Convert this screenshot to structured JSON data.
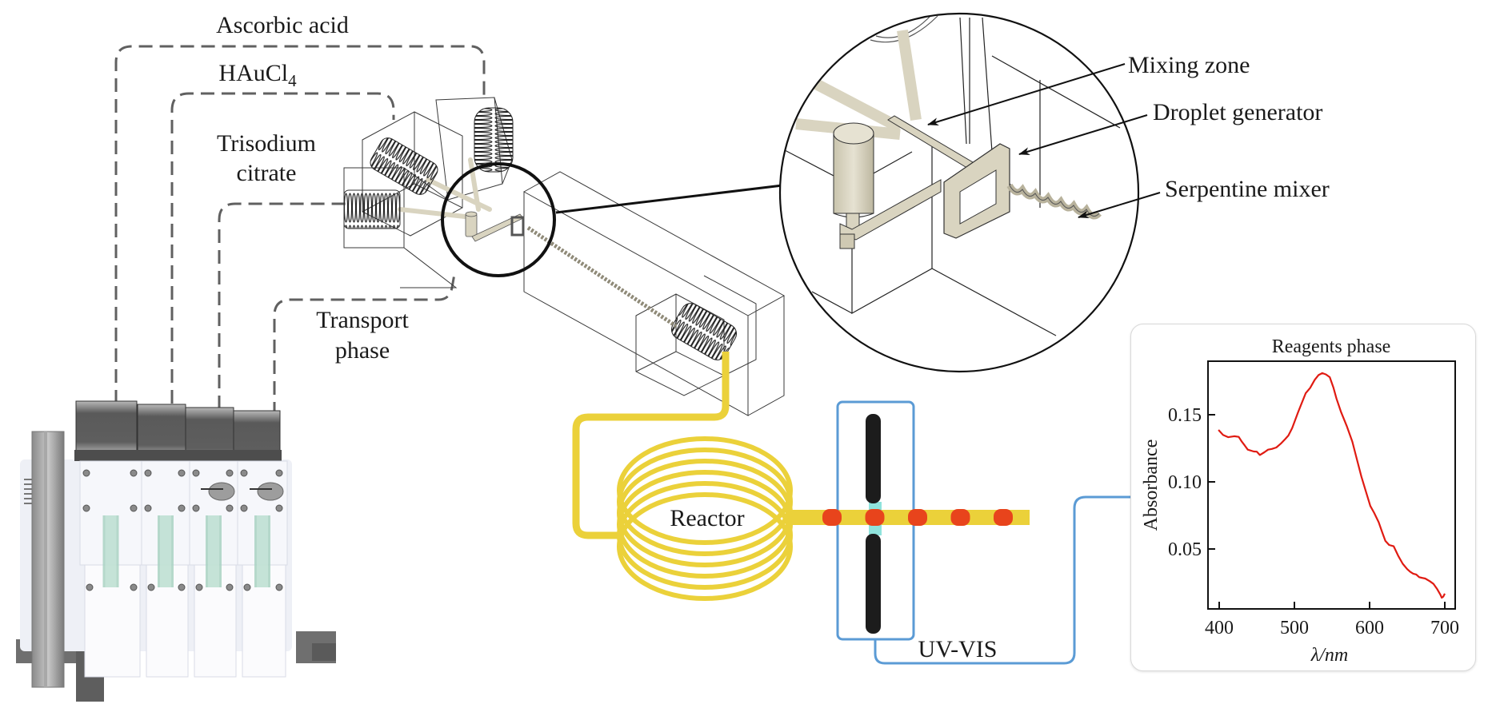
{
  "figure": {
    "reagent_lines": [
      {
        "id": "ascorbic",
        "label": "Ascorbic acid"
      },
      {
        "id": "hauc",
        "label": "HAuCl",
        "subscript": "4"
      },
      {
        "id": "citrate",
        "label_line1": "Trisodium",
        "label_line2": "citrate"
      },
      {
        "id": "transport",
        "label_line1": "Transport",
        "label_line2": "phase"
      }
    ],
    "callouts": {
      "mixing_zone": "Mixing zone",
      "droplet_generator": "Droplet generator",
      "serpentine_mixer": "Serpentine mixer"
    },
    "reactor_label": "Reactor",
    "detector_label": "UV-VIS",
    "droplet_count": 5,
    "pump_count": 4,
    "colors": {
      "tube": "#ebd13a",
      "droplet": "#e8441c",
      "cable": "#5b9bd5",
      "dashed": "#606060",
      "curve": "#e01b12",
      "chip": "#d9d4c0",
      "light_path": "#8fe3dc"
    }
  },
  "chart_data": {
    "type": "line",
    "title": "Reagents phase",
    "xlabel": "λ/nm",
    "ylabel": "Absorbance",
    "xlim": [
      390,
      705
    ],
    "ylim": [
      0.006,
      0.1875
    ],
    "xticks": [
      400,
      500,
      600,
      700
    ],
    "xtick_labels": [
      "400",
      "500",
      "600",
      "700"
    ],
    "yticks": [
      0.05,
      0.1,
      0.15
    ],
    "ytick_labels": [
      "0.05",
      "0.10",
      "0.15"
    ],
    "grid": false,
    "legend": "none",
    "series": [
      {
        "name": "Reagents phase",
        "x": [
          399,
          405,
          412,
          420,
          426,
          430,
          434,
          438,
          446,
          450,
          454,
          460,
          465,
          470,
          476,
          482,
          488,
          492,
          497,
          505,
          515,
          521,
          527,
          532,
          537,
          542,
          547,
          552,
          556,
          562,
          570,
          577,
          583,
          589,
          595,
          601,
          606,
          612,
          617,
          621,
          626,
          632,
          638,
          644,
          650,
          654,
          658,
          662,
          666,
          669,
          674,
          680,
          685,
          690,
          694,
          696,
          698,
          700
        ],
        "y": [
          0.1387,
          0.135,
          0.1333,
          0.134,
          0.1335,
          0.13,
          0.127,
          0.124,
          0.1226,
          0.1225,
          0.12,
          0.122,
          0.124,
          0.1245,
          0.1256,
          0.1285,
          0.132,
          0.1345,
          0.14,
          0.152,
          0.166,
          0.17,
          0.176,
          0.1795,
          0.181,
          0.18,
          0.178,
          0.17,
          0.162,
          0.152,
          0.141,
          0.13,
          0.117,
          0.104,
          0.093,
          0.082,
          0.077,
          0.07,
          0.062,
          0.056,
          0.053,
          0.052,
          0.045,
          0.039,
          0.035,
          0.033,
          0.0316,
          0.031,
          0.029,
          0.0286,
          0.028,
          0.026,
          0.024,
          0.02,
          0.016,
          0.0137,
          0.0145,
          0.0167
        ]
      }
    ]
  }
}
